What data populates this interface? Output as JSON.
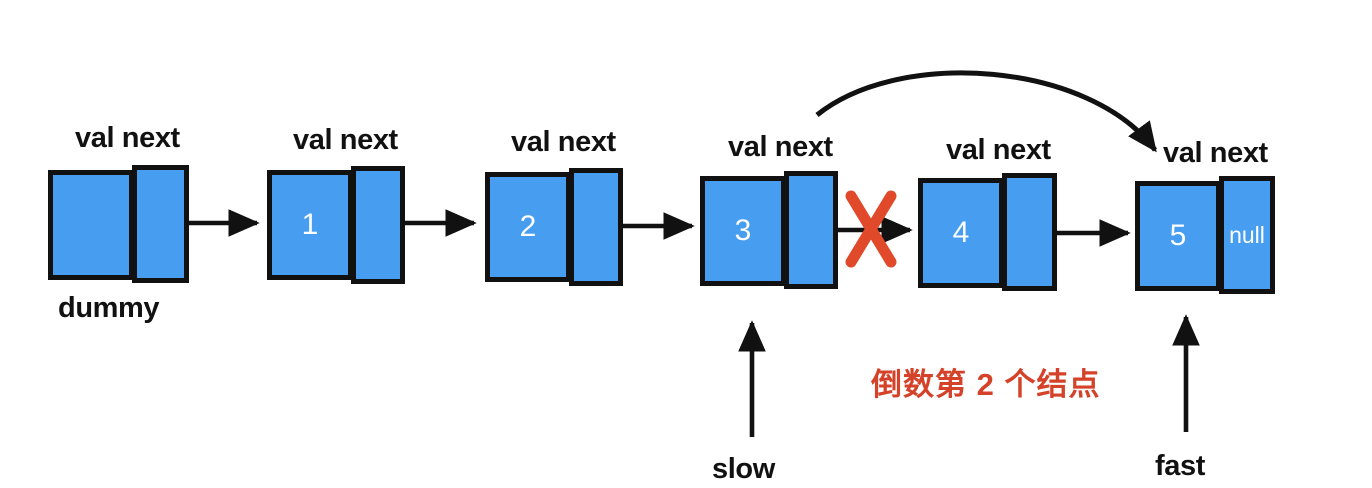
{
  "diagram": {
    "title": "linked-list-remove-nth-from-end",
    "background_color": "#ffffff",
    "node_fill_color": "#479EF0",
    "node_border_color": "#111111",
    "node_text_color": "#ffffff",
    "arrow_color": "#111111",
    "cross_color": "#E04A2A",
    "annotation_color": "#D4422A",
    "field_label": "val next",
    "nodes": [
      {
        "id": "dummy",
        "val": "",
        "next": "",
        "label_above": "val next",
        "label_below": "dummy"
      },
      {
        "id": "n1",
        "val": "1",
        "next": "",
        "label_above": "val next",
        "label_below": ""
      },
      {
        "id": "n2",
        "val": "2",
        "next": "",
        "label_above": "val next",
        "label_below": ""
      },
      {
        "id": "n3",
        "val": "3",
        "next": "",
        "label_above": "val next",
        "label_below": ""
      },
      {
        "id": "n4",
        "val": "4",
        "next": "",
        "label_above": "val next",
        "label_below": ""
      },
      {
        "id": "n5",
        "val": "5",
        "next": "null",
        "label_above": "val next",
        "label_below": ""
      }
    ],
    "pointers": [
      {
        "name": "slow",
        "label": "slow",
        "target_node": "n3"
      },
      {
        "name": "fast",
        "label": "fast",
        "target_node": "n5"
      }
    ],
    "annotations": [
      {
        "name": "nth-from-end-note",
        "text": "倒数第 2 个结点",
        "color": "#D4422A"
      }
    ],
    "marks": [
      {
        "name": "broken-link-cross",
        "between": [
          "n3",
          "n4"
        ],
        "symbol": "X",
        "color": "#E04A2A"
      }
    ],
    "curved_link": {
      "from": "n3.next",
      "to": "n5",
      "style": "arc"
    }
  }
}
